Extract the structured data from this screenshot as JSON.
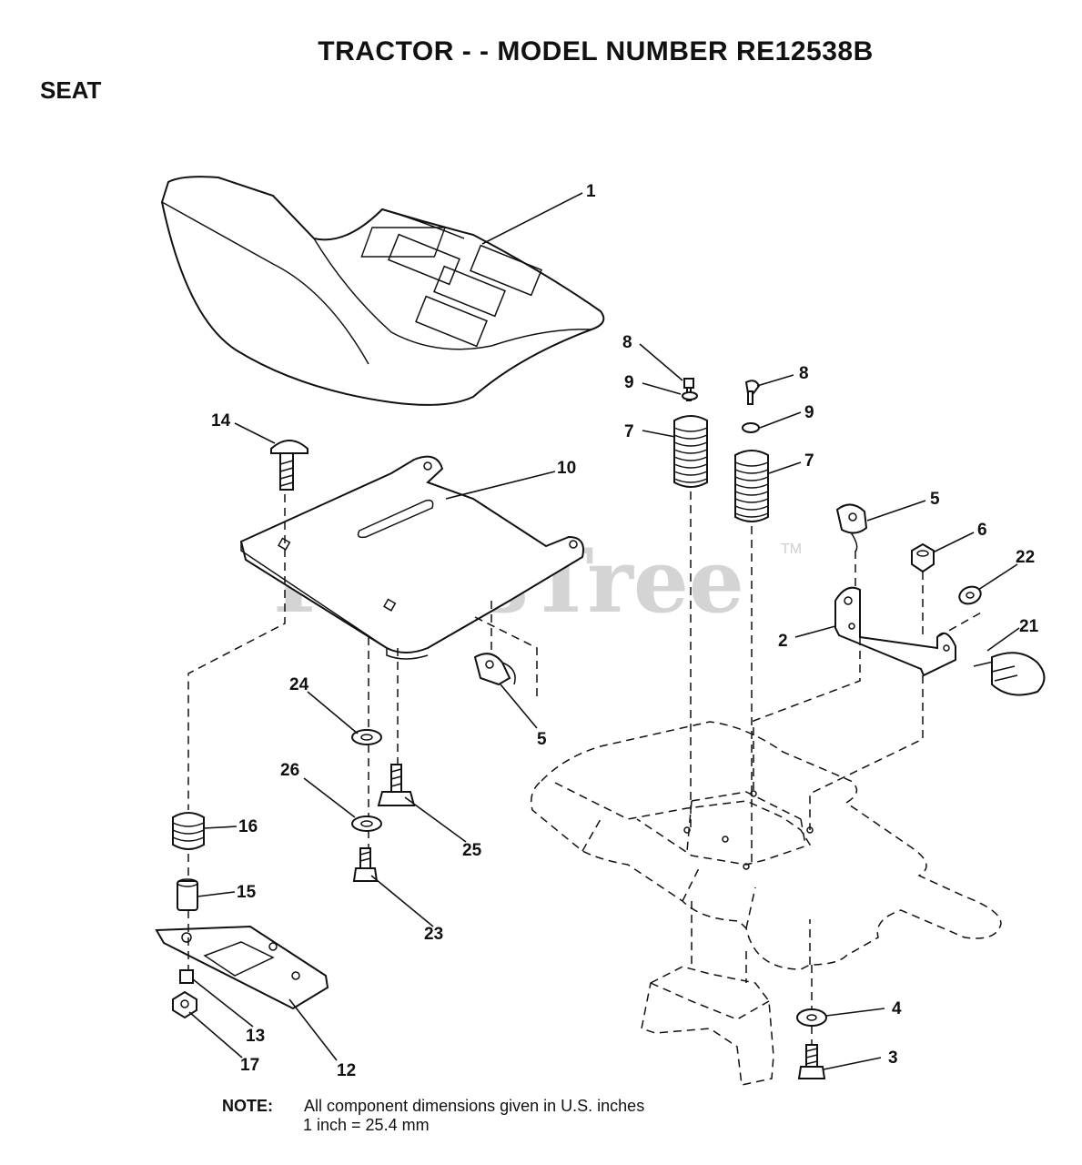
{
  "header": {
    "title": "TRACTOR - - MODEL NUMBER RE12538B",
    "section": "SEAT"
  },
  "watermark": {
    "text": "PartsTree",
    "mark": "TM"
  },
  "callouts": [
    {
      "id": "c1",
      "label": "1"
    },
    {
      "id": "c2",
      "label": "2"
    },
    {
      "id": "c3",
      "label": "3"
    },
    {
      "id": "c4",
      "label": "4"
    },
    {
      "id": "c5a",
      "label": "5"
    },
    {
      "id": "c5b",
      "label": "5"
    },
    {
      "id": "c6",
      "label": "6"
    },
    {
      "id": "c7a",
      "label": "7"
    },
    {
      "id": "c7b",
      "label": "7"
    },
    {
      "id": "c8a",
      "label": "8"
    },
    {
      "id": "c8b",
      "label": "8"
    },
    {
      "id": "c9a",
      "label": "9"
    },
    {
      "id": "c9b",
      "label": "9"
    },
    {
      "id": "c10",
      "label": "10"
    },
    {
      "id": "c12",
      "label": "12"
    },
    {
      "id": "c13",
      "label": "13"
    },
    {
      "id": "c14",
      "label": "14"
    },
    {
      "id": "c15",
      "label": "15"
    },
    {
      "id": "c16",
      "label": "16"
    },
    {
      "id": "c17",
      "label": "17"
    },
    {
      "id": "c21",
      "label": "21"
    },
    {
      "id": "c22",
      "label": "22"
    },
    {
      "id": "c23",
      "label": "23"
    },
    {
      "id": "c24",
      "label": "24"
    },
    {
      "id": "c25",
      "label": "25"
    },
    {
      "id": "c26",
      "label": "26"
    }
  ],
  "note": {
    "label": "NOTE:",
    "line1": "All component dimensions given in U.S. inches",
    "line2": "1 inch = 25.4 mm"
  }
}
